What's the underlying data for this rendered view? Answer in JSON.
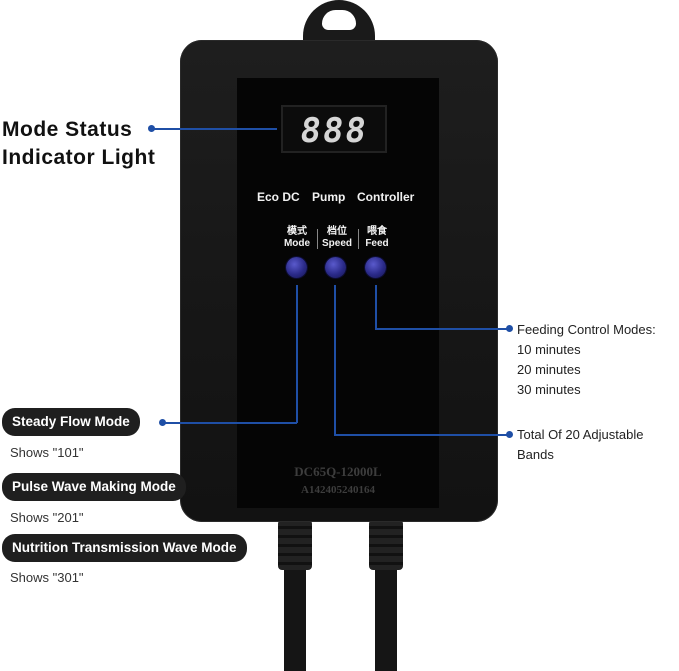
{
  "device": {
    "display_digits": "888",
    "panel_title_1": "Eco DC",
    "panel_title_2": "Pump",
    "panel_title_3": "Controller",
    "buttons": [
      {
        "cn": "模式",
        "en": "Mode"
      },
      {
        "cn": "档位",
        "en": "Speed"
      },
      {
        "cn": "喂食",
        "en": "Feed"
      }
    ],
    "model_line": "DC65Q-12000L",
    "serial_line": "A142405240164",
    "button_color": "#2a2a88"
  },
  "callouts": {
    "mode_status": {
      "line1": "Mode Status",
      "line2": "Indicator Light"
    },
    "steady": {
      "label": "Steady Flow Mode",
      "shows": "Shows \"101\""
    },
    "pulse": {
      "label": "Pulse Wave Making Mode",
      "shows": "Shows \"201\""
    },
    "nutrition": {
      "label": "Nutrition Transmission Wave Mode",
      "shows": "Shows \"301\""
    },
    "feeding": {
      "title": "Feeding Control Modes:",
      "options": [
        "10  minutes",
        "20  minutes",
        "30  minutes"
      ]
    },
    "bands": {
      "line1": "Total Of 20 Adjustable",
      "line2": "Bands"
    },
    "accent_color": "#1f4fa6"
  }
}
